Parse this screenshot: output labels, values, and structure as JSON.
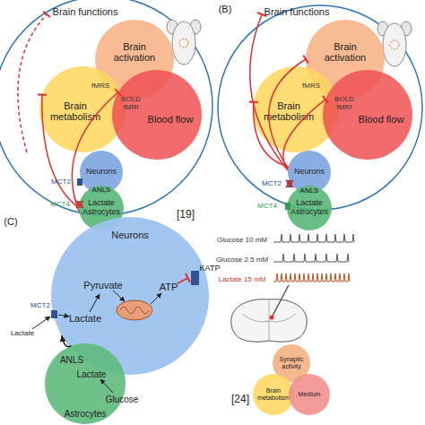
{
  "diagram": {
    "nodes": [
      {
        "text": [
          "Brain activation"
        ]
      },
      {
        "text": [
          "Brain metabolism"
        ]
      },
      {
        "text": [
          "Blood flow"
        ]
      },
      {
        "text": [
          "Neurons"
        ]
      },
      {
        "text": [
          "Lactate",
          "Astrocytes"
        ]
      },
      {
        "text": [
          "Brain activation"
        ]
      },
      {
        "text": [
          "Brain metabolism"
        ]
      },
      {
        "text": [
          "Blood flow"
        ]
      },
      {
        "text": [
          "Neurons"
        ]
      },
      {
        "text": [
          "Lactate",
          "Astrocytes"
        ]
      },
      {
        "text": [
          "Neurons",
          "Pyruvate",
          "Lactate",
          "ATP"
        ]
      },
      {
        "text": [
          "ANLS",
          "Lactate",
          "Glucose",
          "Astrocytes"
        ]
      },
      {
        "text": [
          "Synaptic activity"
        ]
      },
      {
        "text": [
          "Brain metabolism"
        ]
      },
      {
        "text": [
          "Medium"
        ]
      }
    ],
    "edges": [
      {
        "from": 4,
        "to": 1,
        "arrow": "to"
      },
      {
        "from": 4,
        "to": 2,
        "arrow": "to"
      },
      {
        "from": 8,
        "to": 5,
        "arrow": "to"
      },
      {
        "from": 8,
        "to": 6,
        "arrow": "to"
      },
      {
        "from": 8,
        "to": 7,
        "arrow": "to"
      },
      {
        "from": 11,
        "to": 10,
        "arrow": "to"
      }
    ],
    "labels": [
      "Brain functions",
      "fMRS",
      "BOLD fMRI",
      "ANLS",
      "MCT2",
      "MCT4",
      "[19]",
      "(B)",
      "Brain functions",
      "fMRS",
      "BOLD fMRI",
      "ANLS",
      "MCT2",
      "MCT4",
      "(C)",
      "MCT2",
      "Lactate",
      "KATP",
      "Glucose 10 mM",
      "Glucose 2.5 mM",
      "Lactate 15 mM",
      "[24]"
    ]
  }
}
